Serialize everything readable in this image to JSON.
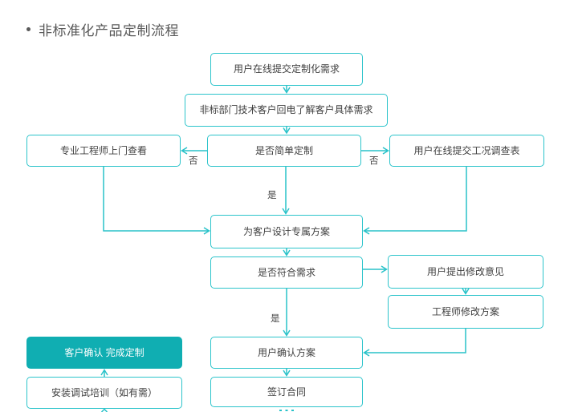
{
  "slide": {
    "bullet": "•",
    "title": "非标准化产品定制流程"
  },
  "colors": {
    "connector_line": "#29c2c9",
    "node_border": "#2cc4cb",
    "accent_node_fill": "#10aeb2",
    "node_text": "#404040",
    "title_text": "#595959"
  },
  "flowchart": {
    "nodes": [
      {
        "id": "online-submit",
        "label": "用户在线提交定制化需求"
      },
      {
        "id": "callback",
        "label": "非标部门技术客户回电了解客户具体需求"
      },
      {
        "id": "engineer-visit",
        "label": "专业工程师上门查看"
      },
      {
        "id": "simple-decision",
        "label": "是否简单定制"
      },
      {
        "id": "survey-form",
        "label": "用户在线提交工况调查表"
      },
      {
        "id": "design-plan",
        "label": "为客户设计专属方案"
      },
      {
        "id": "meets-decision",
        "label": "是否符合需求"
      },
      {
        "id": "feedback",
        "label": "用户提出修改意见"
      },
      {
        "id": "revise-plan",
        "label": "工程师修改方案"
      },
      {
        "id": "confirm-plan",
        "label": "用户确认方案"
      },
      {
        "id": "sign-contract",
        "label": "签订合同"
      },
      {
        "id": "complete",
        "label": "客户确认 完成定制"
      },
      {
        "id": "install-training",
        "label": "安装调试培训（如有需）"
      }
    ],
    "edge_labels": [
      {
        "id": "no-left",
        "text": "否"
      },
      {
        "id": "no-right",
        "text": "否"
      },
      {
        "id": "yes-design",
        "text": "是"
      },
      {
        "id": "yes-confirm",
        "text": "是"
      }
    ]
  }
}
